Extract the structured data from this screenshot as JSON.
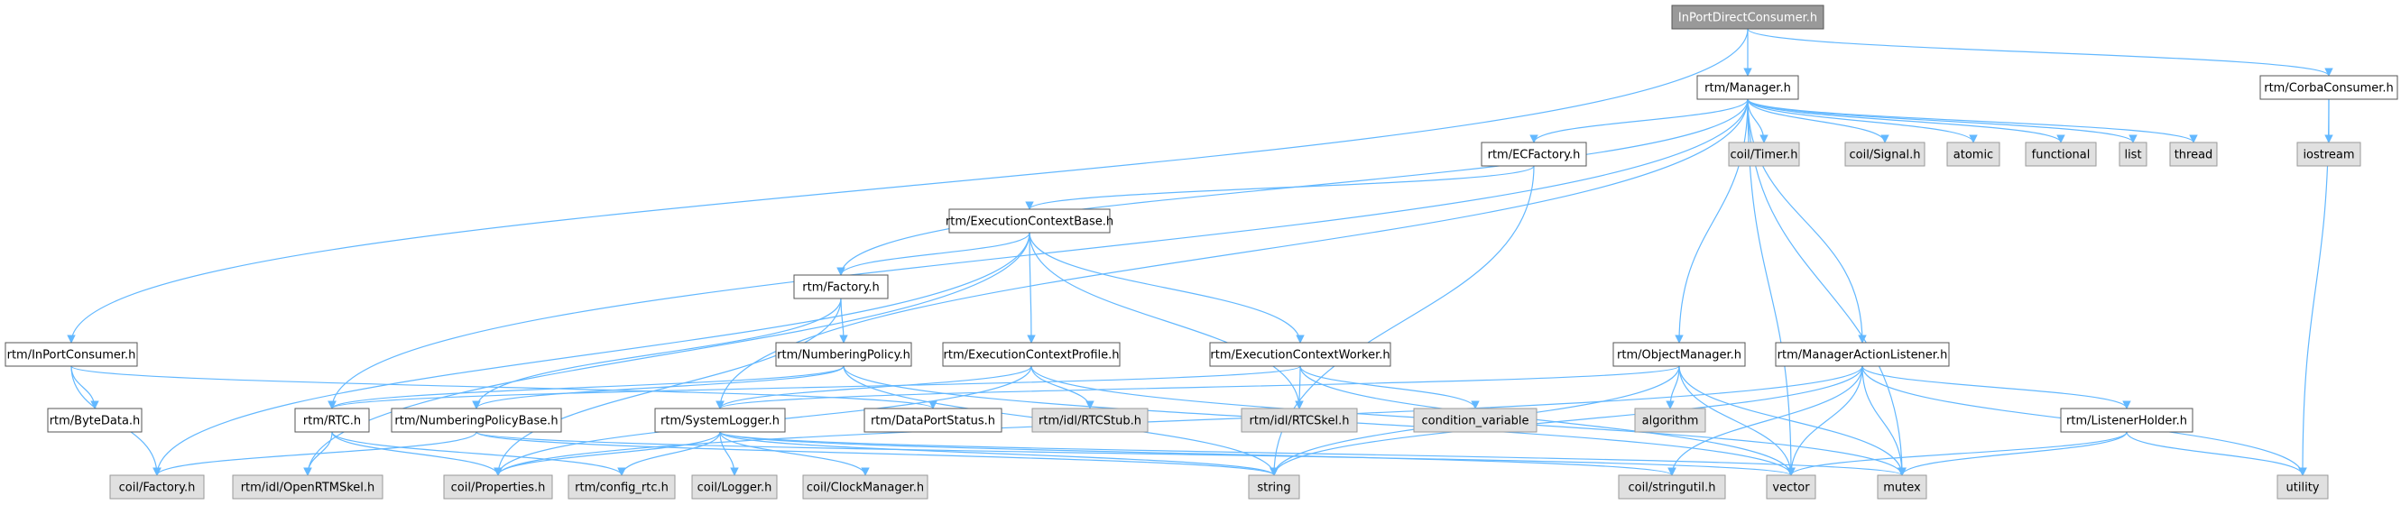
{
  "colors": {
    "edge": "#63b8ff",
    "root_fill": "#999999",
    "root_text": "#ffffff",
    "node_fill": "#ffffff",
    "external_fill": "#e0e0e0",
    "border": "#555555",
    "external_border": "#999999",
    "text": "#000000"
  },
  "nodes": {
    "inport_direct_consumer": "InPortDirectConsumer.h",
    "manager": "rtm/Manager.h",
    "corba_consumer": "rtm/CorbaConsumer.h",
    "ec_factory": "rtm/ECFactory.h",
    "coil_timer": "coil/Timer.h",
    "coil_signal": "coil/Signal.h",
    "atomic": "atomic",
    "functional": "functional",
    "list": "list",
    "thread": "thread",
    "iostream": "iostream",
    "execution_context_base": "rtm/ExecutionContextBase.h",
    "factory": "rtm/Factory.h",
    "inport_consumer": "rtm/InPortConsumer.h",
    "numbering_policy": "rtm/NumberingPolicy.h",
    "execution_context_profile": "rtm/ExecutionContextProfile.h",
    "execution_context_worker": "rtm/ExecutionContextWorker.h",
    "object_manager": "rtm/ObjectManager.h",
    "manager_action_listener": "rtm/ManagerActionListener.h",
    "byte_data": "rtm/ByteData.h",
    "rtc": "rtm/RTC.h",
    "numbering_policy_base": "rtm/NumberingPolicyBase.h",
    "system_logger": "rtm/SystemLogger.h",
    "data_port_status": "rtm/DataPortStatus.h",
    "rtc_stub": "rtm/idl/RTCStub.h",
    "rtc_skel": "rtm/idl/RTCSkel.h",
    "condition_variable": "condition_variable",
    "algorithm": "algorithm",
    "listener_holder": "rtm/ListenerHolder.h",
    "coil_factory": "coil/Factory.h",
    "openrtm_skel": "rtm/idl/OpenRTMSkel.h",
    "coil_properties": "coil/Properties.h",
    "config_rtc": "rtm/config_rtc.h",
    "coil_logger": "coil/Logger.h",
    "coil_clock_manager": "coil/ClockManager.h",
    "string": "string",
    "coil_stringutil": "coil/stringutil.h",
    "vector": "vector",
    "mutex": "mutex",
    "utility": "utility"
  },
  "external_nodes": [
    "coil_timer",
    "coil_signal",
    "atomic",
    "functional",
    "list",
    "thread",
    "iostream",
    "rtc_stub",
    "rtc_skel",
    "condition_variable",
    "algorithm",
    "coil_factory",
    "openrtm_skel",
    "coil_properties",
    "config_rtc",
    "coil_logger",
    "coil_clock_manager",
    "string",
    "coil_stringutil",
    "vector",
    "mutex",
    "utility"
  ],
  "root_node": "inport_direct_consumer",
  "edges": [
    [
      "inport_direct_consumer",
      "manager"
    ],
    [
      "inport_direct_consumer",
      "corba_consumer"
    ],
    [
      "inport_direct_consumer",
      "inport_consumer"
    ],
    [
      "manager",
      "ec_factory"
    ],
    [
      "manager",
      "coil_timer"
    ],
    [
      "manager",
      "coil_signal"
    ],
    [
      "manager",
      "atomic"
    ],
    [
      "manager",
      "functional"
    ],
    [
      "manager",
      "list"
    ],
    [
      "manager",
      "thread"
    ],
    [
      "manager",
      "factory"
    ],
    [
      "manager",
      "rtc"
    ],
    [
      "manager",
      "system_logger"
    ],
    [
      "manager",
      "object_manager"
    ],
    [
      "manager",
      "manager_action_listener"
    ],
    [
      "manager",
      "vector"
    ],
    [
      "manager",
      "mutex"
    ],
    [
      "corba_consumer",
      "iostream"
    ],
    [
      "corba_consumer",
      "utility"
    ],
    [
      "ec_factory",
      "execution_context_base"
    ],
    [
      "ec_factory",
      "string"
    ],
    [
      "execution_context_base",
      "factory"
    ],
    [
      "execution_context_base",
      "execution_context_profile"
    ],
    [
      "execution_context_base",
      "execution_context_worker"
    ],
    [
      "execution_context_base",
      "rtc_skel"
    ],
    [
      "execution_context_base",
      "coil_factory"
    ],
    [
      "execution_context_base",
      "openrtm_skel"
    ],
    [
      "factory",
      "numbering_policy"
    ],
    [
      "factory",
      "numbering_policy_base"
    ],
    [
      "factory",
      "coil_properties"
    ],
    [
      "inport_consumer",
      "byte_data"
    ],
    [
      "inport_consumer",
      "data_port_status"
    ],
    [
      "inport_consumer",
      "coil_factory"
    ],
    [
      "numbering_policy",
      "numbering_policy_base"
    ],
    [
      "numbering_policy",
      "rtc"
    ],
    [
      "numbering_policy",
      "string"
    ],
    [
      "numbering_policy",
      "vector"
    ],
    [
      "execution_context_profile",
      "rtc_stub"
    ],
    [
      "execution_context_profile",
      "system_logger"
    ],
    [
      "execution_context_profile",
      "coil_properties"
    ],
    [
      "execution_context_profile",
      "mutex"
    ],
    [
      "execution_context_worker",
      "rtc_skel"
    ],
    [
      "execution_context_worker",
      "condition_variable"
    ],
    [
      "execution_context_worker",
      "rtc"
    ],
    [
      "execution_context_worker",
      "vector"
    ],
    [
      "object_manager",
      "algorithm"
    ],
    [
      "object_manager",
      "vector"
    ],
    [
      "object_manager",
      "string"
    ],
    [
      "object_manager",
      "mutex"
    ],
    [
      "object_manager",
      "system_logger"
    ],
    [
      "manager_action_listener",
      "listener_holder"
    ],
    [
      "manager_action_listener",
      "coil_properties"
    ],
    [
      "manager_action_listener",
      "string"
    ],
    [
      "manager_action_listener",
      "vector"
    ],
    [
      "manager_action_listener",
      "mutex"
    ],
    [
      "manager_action_listener",
      "utility"
    ],
    [
      "manager_action_listener",
      "coil_stringutil"
    ],
    [
      "rtc",
      "openrtm_skel"
    ],
    [
      "rtc",
      "coil_properties"
    ],
    [
      "rtc",
      "config_rtc"
    ],
    [
      "numbering_policy_base",
      "coil_factory"
    ],
    [
      "numbering_policy_base",
      "string"
    ],
    [
      "numbering_policy_base",
      "vector"
    ],
    [
      "system_logger",
      "coil_properties"
    ],
    [
      "system_logger",
      "config_rtc"
    ],
    [
      "system_logger",
      "coil_logger"
    ],
    [
      "system_logger",
      "coil_clock_manager"
    ],
    [
      "system_logger",
      "string"
    ],
    [
      "system_logger",
      "coil_stringutil"
    ],
    [
      "system_logger",
      "mutex"
    ],
    [
      "listener_holder",
      "vector"
    ],
    [
      "listener_holder",
      "mutex"
    ],
    [
      "listener_holder",
      "utility"
    ]
  ]
}
